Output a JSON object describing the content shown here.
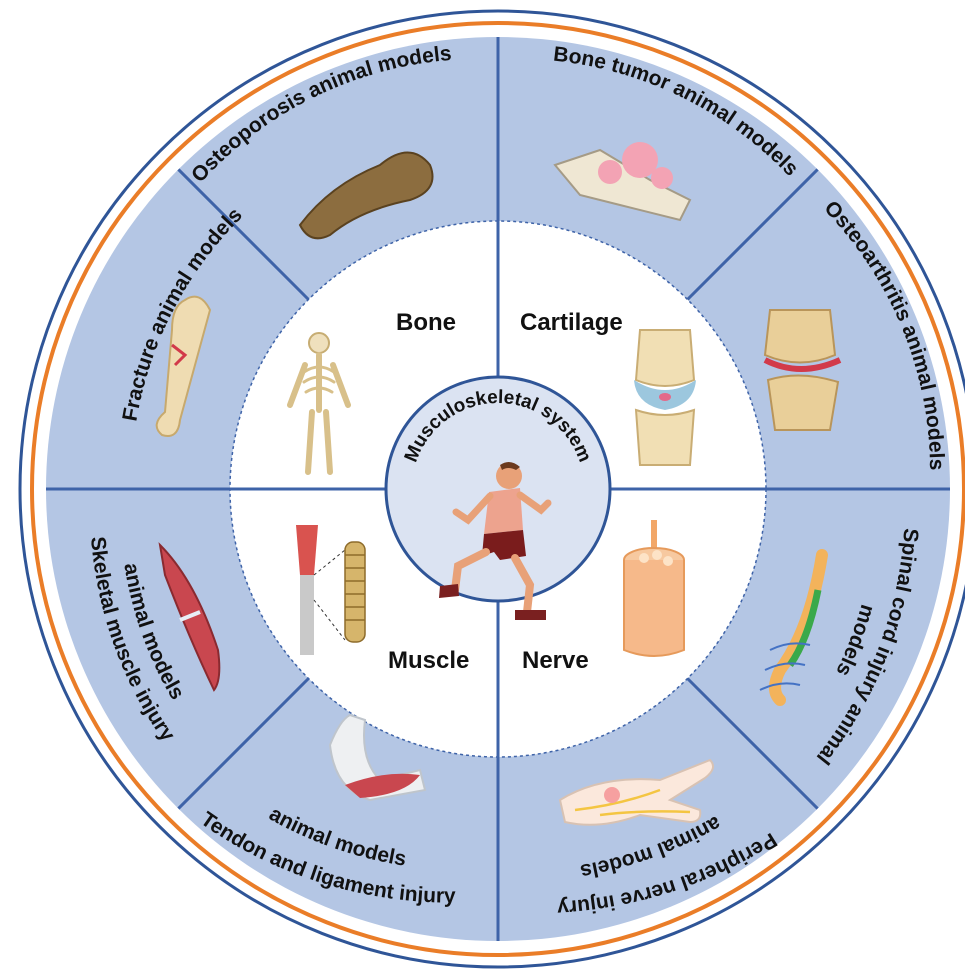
{
  "center": {
    "title": "Musculoskeletal system"
  },
  "categories": {
    "bone": "Bone",
    "cartilage": "Cartilage",
    "muscle": "Muscle",
    "nerve": "Nerve"
  },
  "models": {
    "osteoporosis": "Osteoporosis animal models",
    "bone_tumor": "Bone tumor animal models",
    "osteoarthritis": "Osteoarthritis animal models",
    "spinal_cord_1": "Spinal cord injury animal",
    "spinal_cord_2": "models",
    "peripheral_nerve_1": "Peripheral nerve injury",
    "peripheral_nerve_2": "animal models",
    "tendon_1": "Tendon and ligament injury",
    "tendon_2": "animal models",
    "skeletal_muscle_1": "Skeletal muscle injury",
    "skeletal_muscle_2": "animal models",
    "fracture": "Fracture animal models"
  },
  "colors": {
    "segment_fill": "#b4c6e4",
    "divider": "#3e63a8",
    "outer_ring_orange": "#ea7d28",
    "outer_ring_blue": "#2f5597",
    "center_fill": "#dbe3f2"
  }
}
